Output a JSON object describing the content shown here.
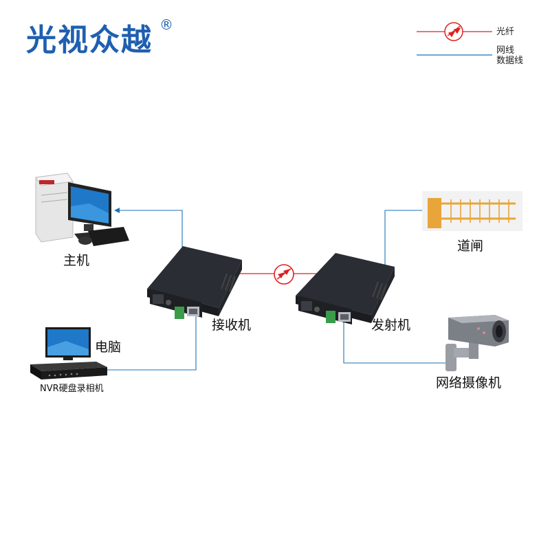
{
  "brand": {
    "name": "光视众越",
    "registered_mark": "®"
  },
  "legend": {
    "fiber_label": "光纤",
    "cable_label_line1": "网线",
    "cable_label_line2": "数据线"
  },
  "devices": {
    "host": "主机",
    "receiver": "接收机",
    "transmitter": "发射机",
    "barrier_gate": "道闸",
    "ip_camera": "网络摄像机",
    "monitor": "电脑",
    "nvr": "NVR硬盘录相机"
  },
  "colors": {
    "brand": "#1f5fb0",
    "fiber_line": "#e02020",
    "network_line": "#1a72b8"
  }
}
